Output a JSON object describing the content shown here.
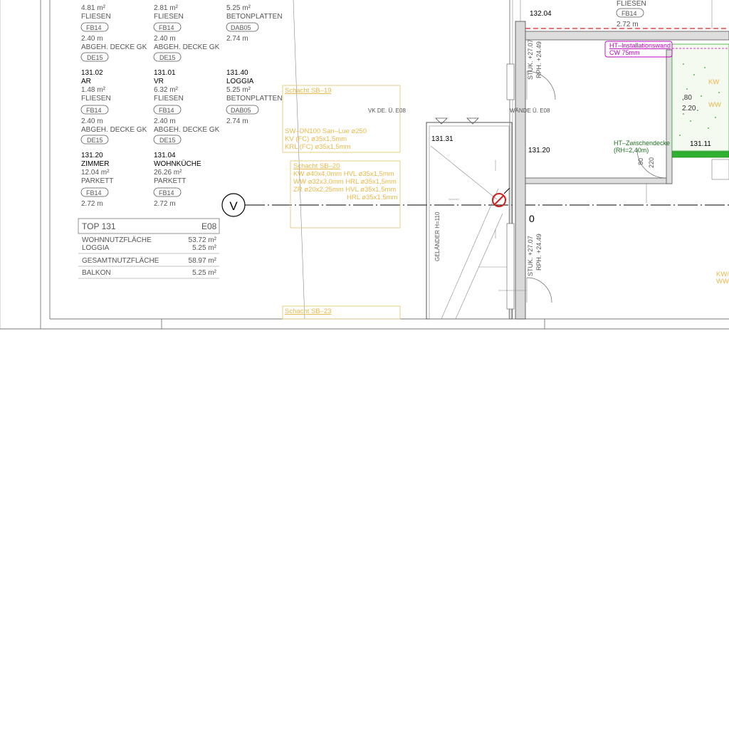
{
  "rooms": [
    {
      "no": "",
      "name": "",
      "area": "4.81 m²",
      "floor": "FLIESEN",
      "floor_code": "FB14",
      "height": "2.40 m",
      "ceiling": "ABGEH. DECKE GK",
      "ceiling_code": "DE15"
    },
    {
      "no": "",
      "name": "",
      "area": "2.81 m²",
      "floor": "FLIESEN",
      "floor_code": "FB14",
      "height": "2.40 m",
      "ceiling": "ABGEH. DECKE GK",
      "ceiling_code": "DE15"
    },
    {
      "no": "",
      "name": "",
      "area": "5.25 m²",
      "floor": "BETONPLATTEN",
      "floor_code": "DAB05",
      "height": "2.74 m"
    },
    {
      "no": "131.02",
      "name": "AR",
      "area": "1.48 m²",
      "floor": "FLIESEN",
      "floor_code": "FB14",
      "height": "2.40 m",
      "ceiling": "ABGEH. DECKE GK",
      "ceiling_code": "DE15"
    },
    {
      "no": "131.01",
      "name": "VR",
      "area": "6.32 m²",
      "floor": "FLIESEN",
      "floor_code": "FB14",
      "height": "2.40 m",
      "ceiling": "ABGEH. DECKE GK",
      "ceiling_code": "DE15"
    },
    {
      "no": "131.40",
      "name": "LOGGIA",
      "area": "5.25 m²",
      "floor": "BETONPLATTEN",
      "floor_code": "DAB05",
      "height": "2.74 m"
    },
    {
      "no": "131.20",
      "name": "ZIMMER",
      "area": "12.04 m²",
      "floor": "PARKETT",
      "floor_code": "FB14",
      "height": "2.72 m"
    },
    {
      "no": "131.04",
      "name": "WOHNKÜCHE",
      "area": "26.26 m²",
      "floor": "PARKETT",
      "floor_code": "FB14",
      "height": "2.72 m"
    }
  ],
  "summary": {
    "unit": "TOP 131",
    "level": "E08",
    "rows": [
      {
        "label": "WOHNNUTZFLÄCHE",
        "value": "53.72 m²"
      },
      {
        "label": "LOGGIA",
        "value": "5.25 m²"
      },
      {
        "label": "GESAMTNUTZFLÄCHE",
        "value": "58.97 m²"
      },
      {
        "label": "BALKON",
        "value": "5.25 m²"
      }
    ]
  },
  "grid_axis": "V",
  "shafts": [
    {
      "title": "Schacht SB–19",
      "lines": [
        "SW–DN100      San–Lue ø250",
        "KV  (FC) ø35x1,5mm",
        "KRL (FC) ø35x1,5mm"
      ]
    },
    {
      "title": "Schacht SB–20",
      "lines": [
        "KW  ø40x4,0mm HVL  ø35x1,5mm",
        "WW  ø32x3,0mm HRL  ø35x1,5mm",
        "ZR  ø20x2,25mm HVL  ø35x1,5mm",
        "HRL  ø35x1,5mm"
      ]
    },
    {
      "title": "Schacht SB–23",
      "lines": []
    }
  ],
  "labels": {
    "vk_de": "VK DE. Ü. E08",
    "room_13131": "131.31",
    "room_13120": "131.20",
    "room_13204": "132.04",
    "room_13111": "131.11",
    "gelander": "GELÄNDER  H=110",
    "stuk_1": "STUK. +27.07",
    "rph_1": "RPH. +24.49",
    "stuk_2": "STUK. +27.07",
    "rph_2": "RPH. +24.49",
    "wande": "WÄNDE Ü. E08",
    "zero": "0",
    "ht_install": "HT–Installationswand",
    "cw": "CW 75mm",
    "ht_zwischen": "HT–Zwischendecke",
    "rh": "(RH=2,40m)",
    "top_right_floor": "FLIESEN",
    "top_right_code": "FB14",
    "top_right_height": "2.72 m",
    "dim_80a": "80",
    "dim_220a": "220",
    "dim_80b": ",80",
    "dim_220b": "2.20",
    "kw": "KW",
    "ww": "WW"
  },
  "colors": {
    "shaft": "#e8b84a",
    "hatch": "#c000c0",
    "green": "#30b030",
    "red_line": "#e02020"
  }
}
